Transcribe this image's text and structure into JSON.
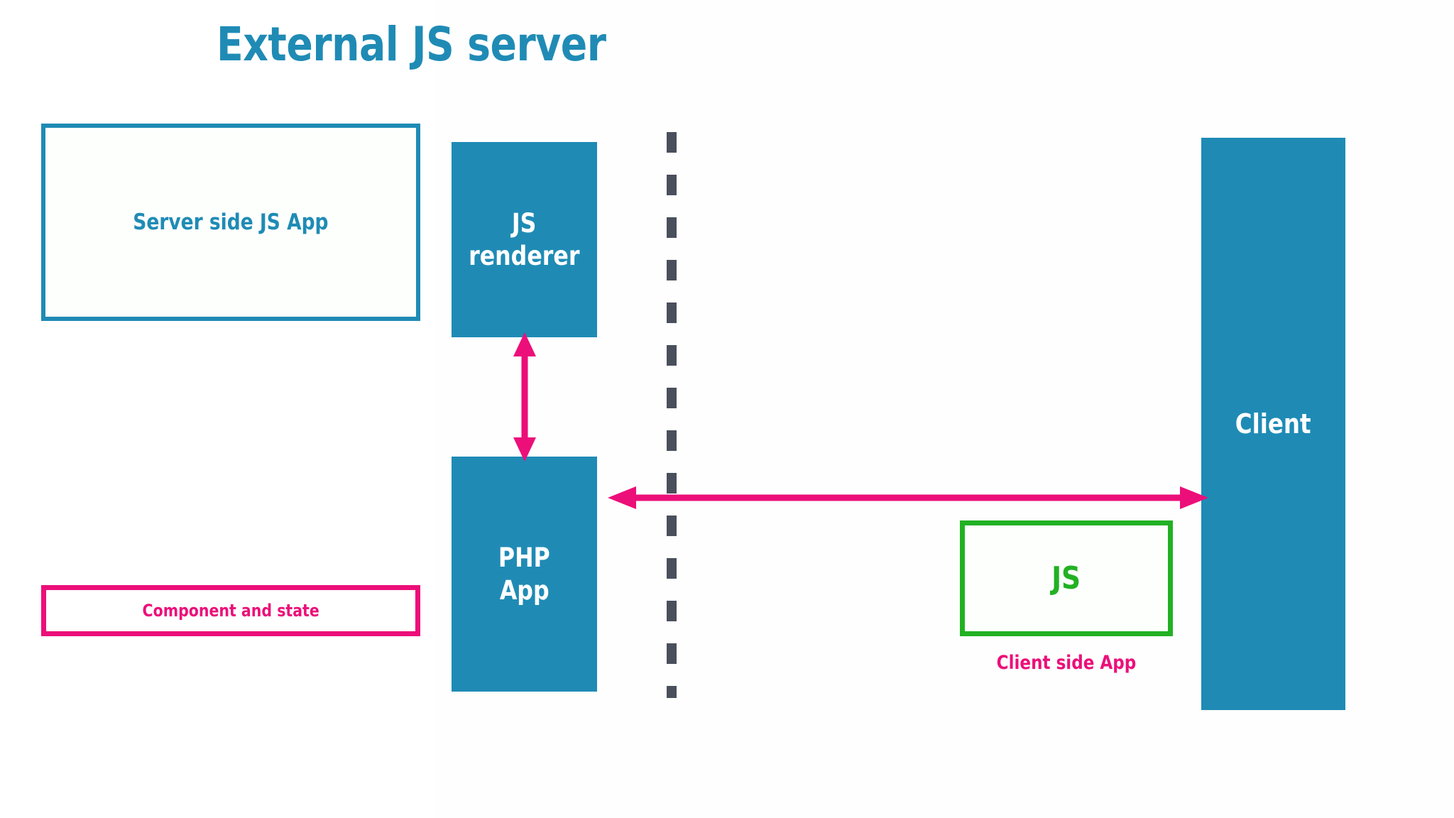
{
  "diagram": {
    "title": "External JS server",
    "colors": {
      "teal": "#1f8bb5",
      "pink": "#ec0f79",
      "green": "#22b123",
      "divider_gray": "#4a4f5c",
      "white": "#ffffff",
      "background": "#ffffff"
    },
    "legend": [
      {
        "name": "server-side-js-app",
        "label": "Server side JS App",
        "style": "outlined-box",
        "color": "#1f8bb5"
      },
      {
        "name": "component-and-state",
        "label": "Component and state",
        "style": "outlined-box",
        "color": "#ec0f79"
      }
    ],
    "blocks": [
      {
        "name": "js-renderer",
        "lines": [
          "JS",
          "renderer"
        ],
        "fill": "#1f8bb5",
        "text_color": "#ffffff",
        "side": "server"
      },
      {
        "name": "php-app",
        "lines": [
          "PHP",
          "App"
        ],
        "fill": "#1f8bb5",
        "text_color": "#ffffff",
        "side": "server"
      },
      {
        "name": "client",
        "lines": [
          "Client"
        ],
        "fill": "#1f8bb5",
        "text_color": "#ffffff",
        "side": "client"
      }
    ],
    "client_js_box": {
      "name": "client-side-js",
      "label": "JS",
      "caption": "Client side App",
      "border_color": "#22b123",
      "caption_color": "#ec0f79"
    },
    "connectors": [
      {
        "name": "js-renderer-to-php-app",
        "orientation": "vertical",
        "heads": "both",
        "color": "#ec0f79"
      },
      {
        "name": "php-app-to-client",
        "orientation": "horizontal",
        "heads": "both",
        "color": "#ec0f79"
      }
    ],
    "divider": {
      "name": "server-client-boundary",
      "orientation": "vertical",
      "style": "dashed",
      "color": "#4a4f5c"
    },
    "block_text": {
      "js_renderer_line1": "JS",
      "js_renderer_line2": "renderer",
      "php_app_line1": "PHP",
      "php_app_line2": "App",
      "client_label": "Client",
      "client_js_label": "JS",
      "client_js_caption": "Client side App",
      "legend_server_label": "Server side JS App",
      "legend_component_label": "Component and state"
    }
  }
}
